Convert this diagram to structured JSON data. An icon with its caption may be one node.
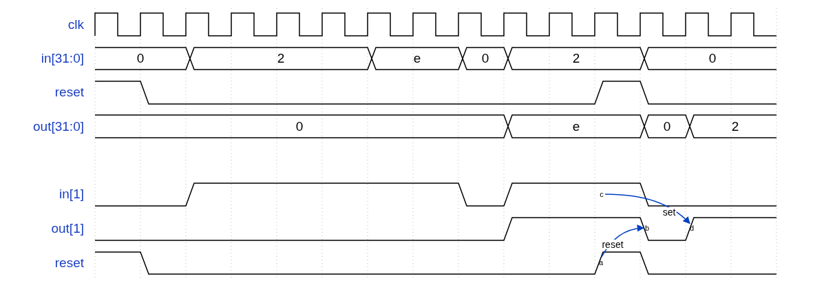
{
  "diagram": {
    "nodes": [
      {
        "text": [
          "a"
        ]
      },
      {
        "text": [
          "b"
        ]
      },
      {
        "text": [
          "c"
        ]
      },
      {
        "text": [
          "d"
        ]
      }
    ],
    "edges": [
      {
        "from": 2,
        "to": 3,
        "arrow": "to",
        "label": "set",
        "color": "#0041c4"
      },
      {
        "from": 0,
        "to": 1,
        "arrow": "to",
        "label": "reset",
        "color": "#0041c4"
      }
    ],
    "labels": [
      "clk",
      "in[31:0]",
      "0",
      "2",
      "e",
      "0",
      "2",
      "0",
      "reset",
      "out[31:0]",
      "0",
      "e",
      "0",
      "2",
      "in[1]",
      "out[1]",
      "reset"
    ]
  }
}
